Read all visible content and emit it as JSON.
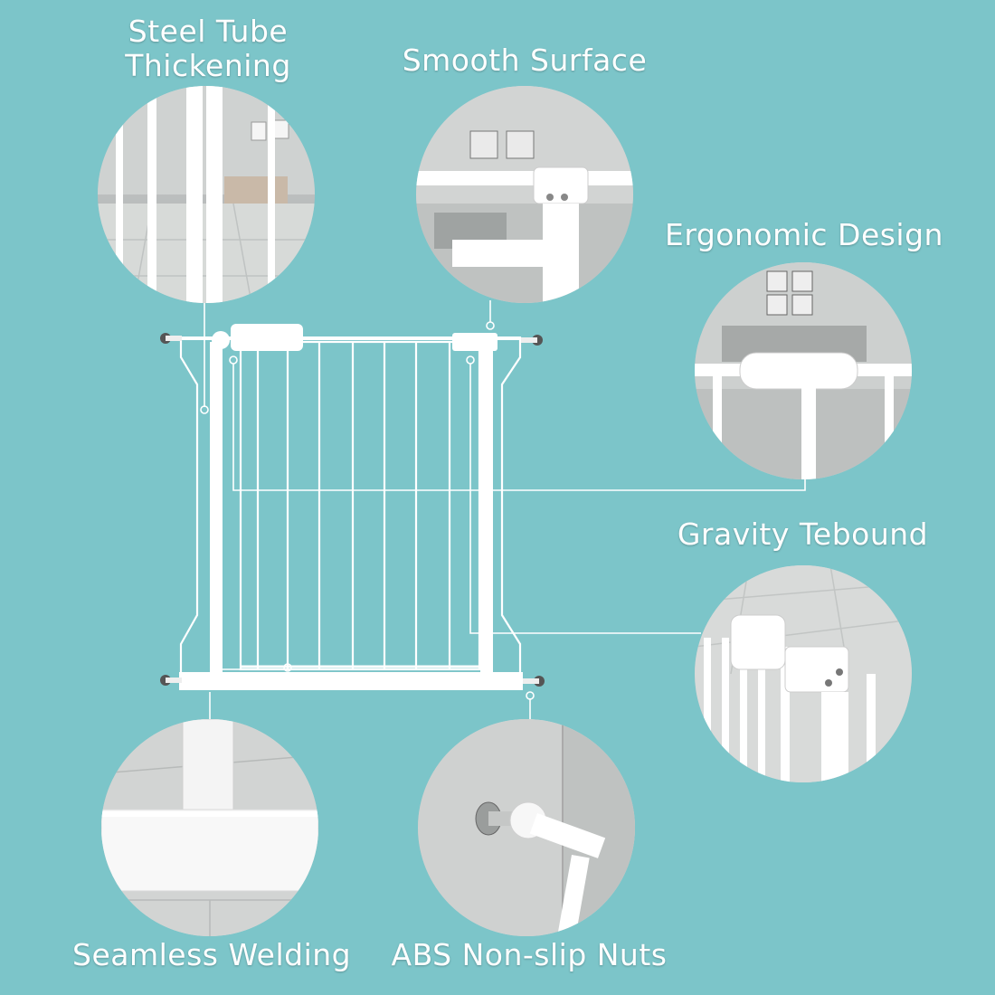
{
  "features": {
    "steel_tube": "Steel Tube\nThickening",
    "smooth_surface": "Smooth Surface",
    "ergonomic_design": "Ergonomic Design",
    "gravity_rebound": "Gravity Tebound",
    "seamless_welding": "Seamless Welding",
    "abs_nuts": "ABS Non-slip Nuts"
  },
  "colors": {
    "background": "#7cc5c9",
    "gate": "#ffffff",
    "label": "#ffffff"
  }
}
